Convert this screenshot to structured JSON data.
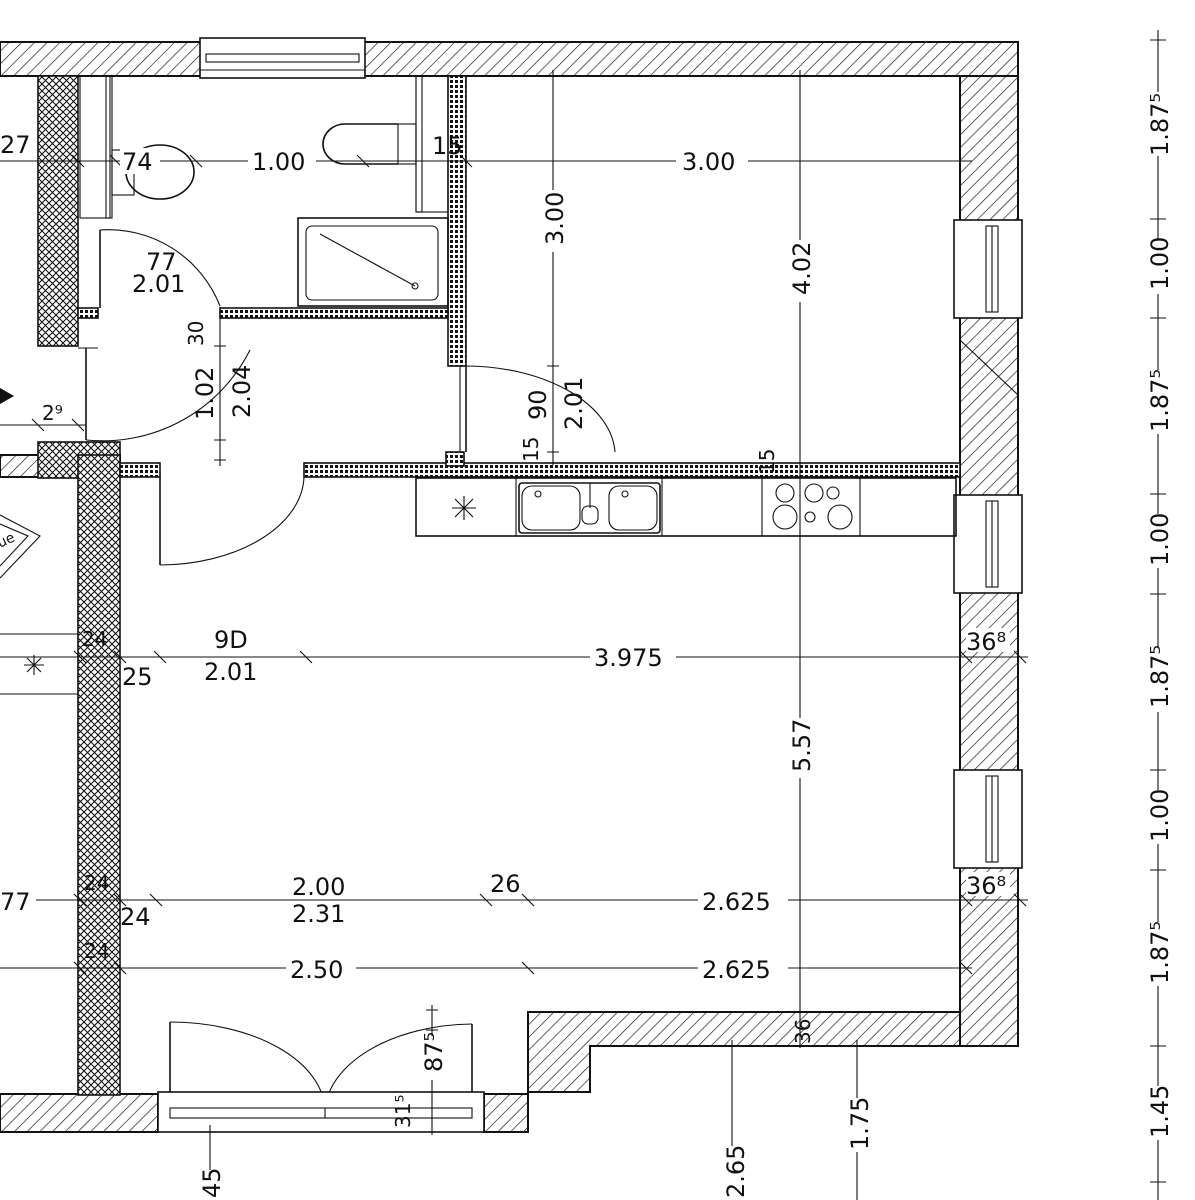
{
  "labels": {
    "d_27": "27",
    "d_74": "74",
    "d_1_00_wc": "1.00",
    "d_15_top": "15",
    "d_3_00_h": "3.00",
    "d_3_00_v": "3.00",
    "d_4_02": "4.02",
    "door_77": "77",
    "door_77_h": "2.01",
    "d_30": "30",
    "d_1_02": "1.02",
    "d_2_04": "2.04",
    "d_29": "2⁹",
    "door_90": "90",
    "door_90_h": "2.01",
    "d_15_mid": "15",
    "d_15_right": "15",
    "door_9d": "9D",
    "door_9d_h": "2.01",
    "d_24_a": "24",
    "d_25": "25",
    "d_3_975": "3.975",
    "d_36a": "36⁸",
    "d_5_57": "5.57",
    "d_77": "77",
    "d_24_b": "24",
    "d_24_c": "24",
    "d_2_00": "2.00",
    "d_2_31": "2.31",
    "d_26": "26",
    "d_2_625_a": "2.625",
    "d_36b": "36⁸",
    "d_24_d": "24",
    "d_2_50": "2.50",
    "d_2_625_b": "2.625",
    "d_87": "87⁵",
    "d_31": "31⁵",
    "d_36_bottom": "36",
    "d_45": "45",
    "d_2_65": "2.65",
    "d_1_75": "1.75",
    "r_1_875_a": "1.87⁵",
    "r_1_00_a": "1.00",
    "r_1_875_b": "1.87⁵",
    "r_1_00_b": "1.00",
    "r_1_875_c": "1.87⁵",
    "r_1_00_c": "1.00",
    "r_1_875_d": "1.87⁵",
    "r_1_45": "1.45",
    "stair_text": "ue"
  },
  "colors": {
    "ink": "#111111",
    "paper": "#ffffff"
  }
}
